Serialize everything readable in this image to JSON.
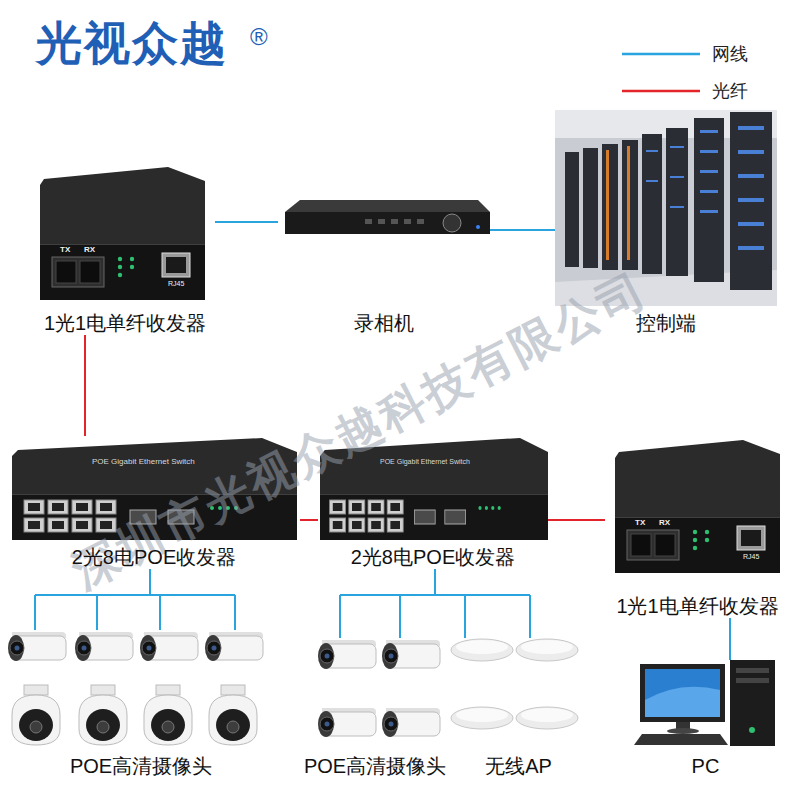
{
  "diagram": {
    "title": "光视众越",
    "nodes": [
      {
        "text": [
          "1光1电单纤收发器"
        ]
      },
      {
        "text": [
          "录相机"
        ]
      },
      {
        "text": [
          "控制端"
        ]
      },
      {
        "text": [
          "2光8电POE收发器"
        ]
      },
      {
        "text": [
          "2光8电POE收发器"
        ]
      },
      {
        "text": [
          "1光1电单纤收发器"
        ]
      },
      {
        "text": [
          "POE高清摄像头"
        ]
      },
      {
        "text": [
          "POE高清摄像头"
        ]
      },
      {
        "text": [
          "无线AP"
        ]
      },
      {
        "text": [
          "PC"
        ]
      }
    ],
    "edges": [
      {
        "from": 0,
        "to": 1,
        "arrow": "none"
      },
      {
        "from": 1,
        "to": 2,
        "arrow": "none"
      },
      {
        "from": 0,
        "to": 3,
        "arrow": "none"
      },
      {
        "from": 3,
        "to": 4,
        "arrow": "none"
      },
      {
        "from": 4,
        "to": 5,
        "arrow": "none"
      },
      {
        "from": 5,
        "to": 9,
        "arrow": "none"
      },
      {
        "from": 3,
        "to": 6,
        "arrow": "none"
      },
      {
        "from": 4,
        "to": 7,
        "arrow": "none"
      },
      {
        "from": 4,
        "to": 8,
        "arrow": "none"
      }
    ],
    "labels": [
      "®",
      "深圳市光视众越科技有限公司",
      "TX",
      "RX",
      "RJ45",
      "POE Gigabit Ethernet Switch",
      "POE Gigabit Ethernet Switch",
      "TX",
      "RX",
      "RJ45"
    ],
    "legend": [
      {
        "text": "网线"
      },
      {
        "text": "光纤"
      }
    ]
  }
}
